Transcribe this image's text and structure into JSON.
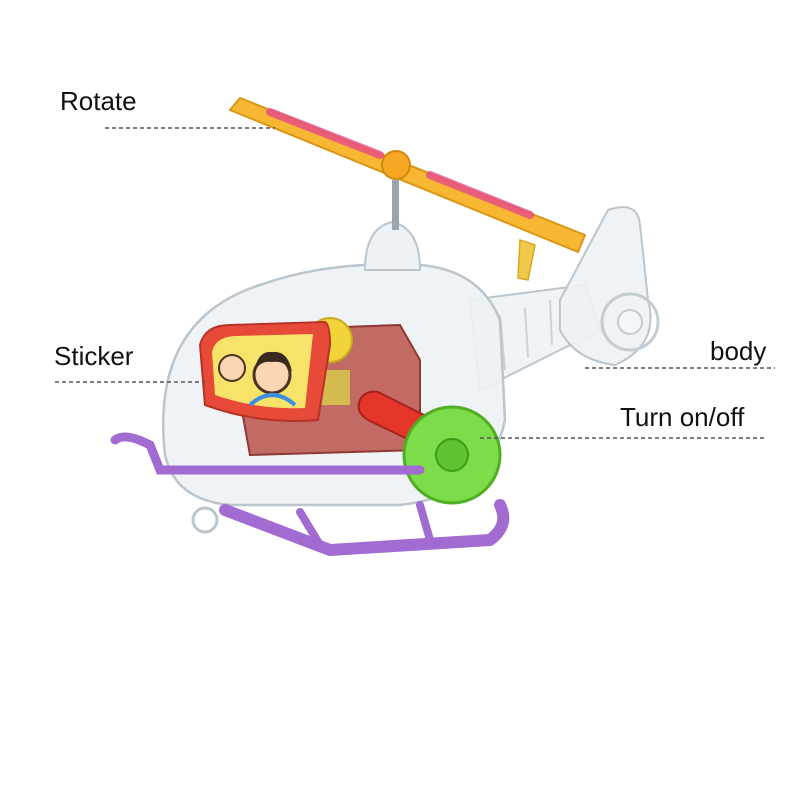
{
  "labels": {
    "rotate": "Rotate",
    "sticker": "Sticker",
    "body": "body",
    "turn": "Turn on/off"
  },
  "colors": {
    "rotor": "#f7b733",
    "rotor_hub": "#f5a623",
    "skid": "#a26bd1",
    "gear": "#7ddc4a",
    "key": "#e5362b",
    "mechanism": "#b8524a",
    "sticker_band": "#e84a3a",
    "body_outline": "#b9c6cf",
    "callout_line": "#555555"
  }
}
